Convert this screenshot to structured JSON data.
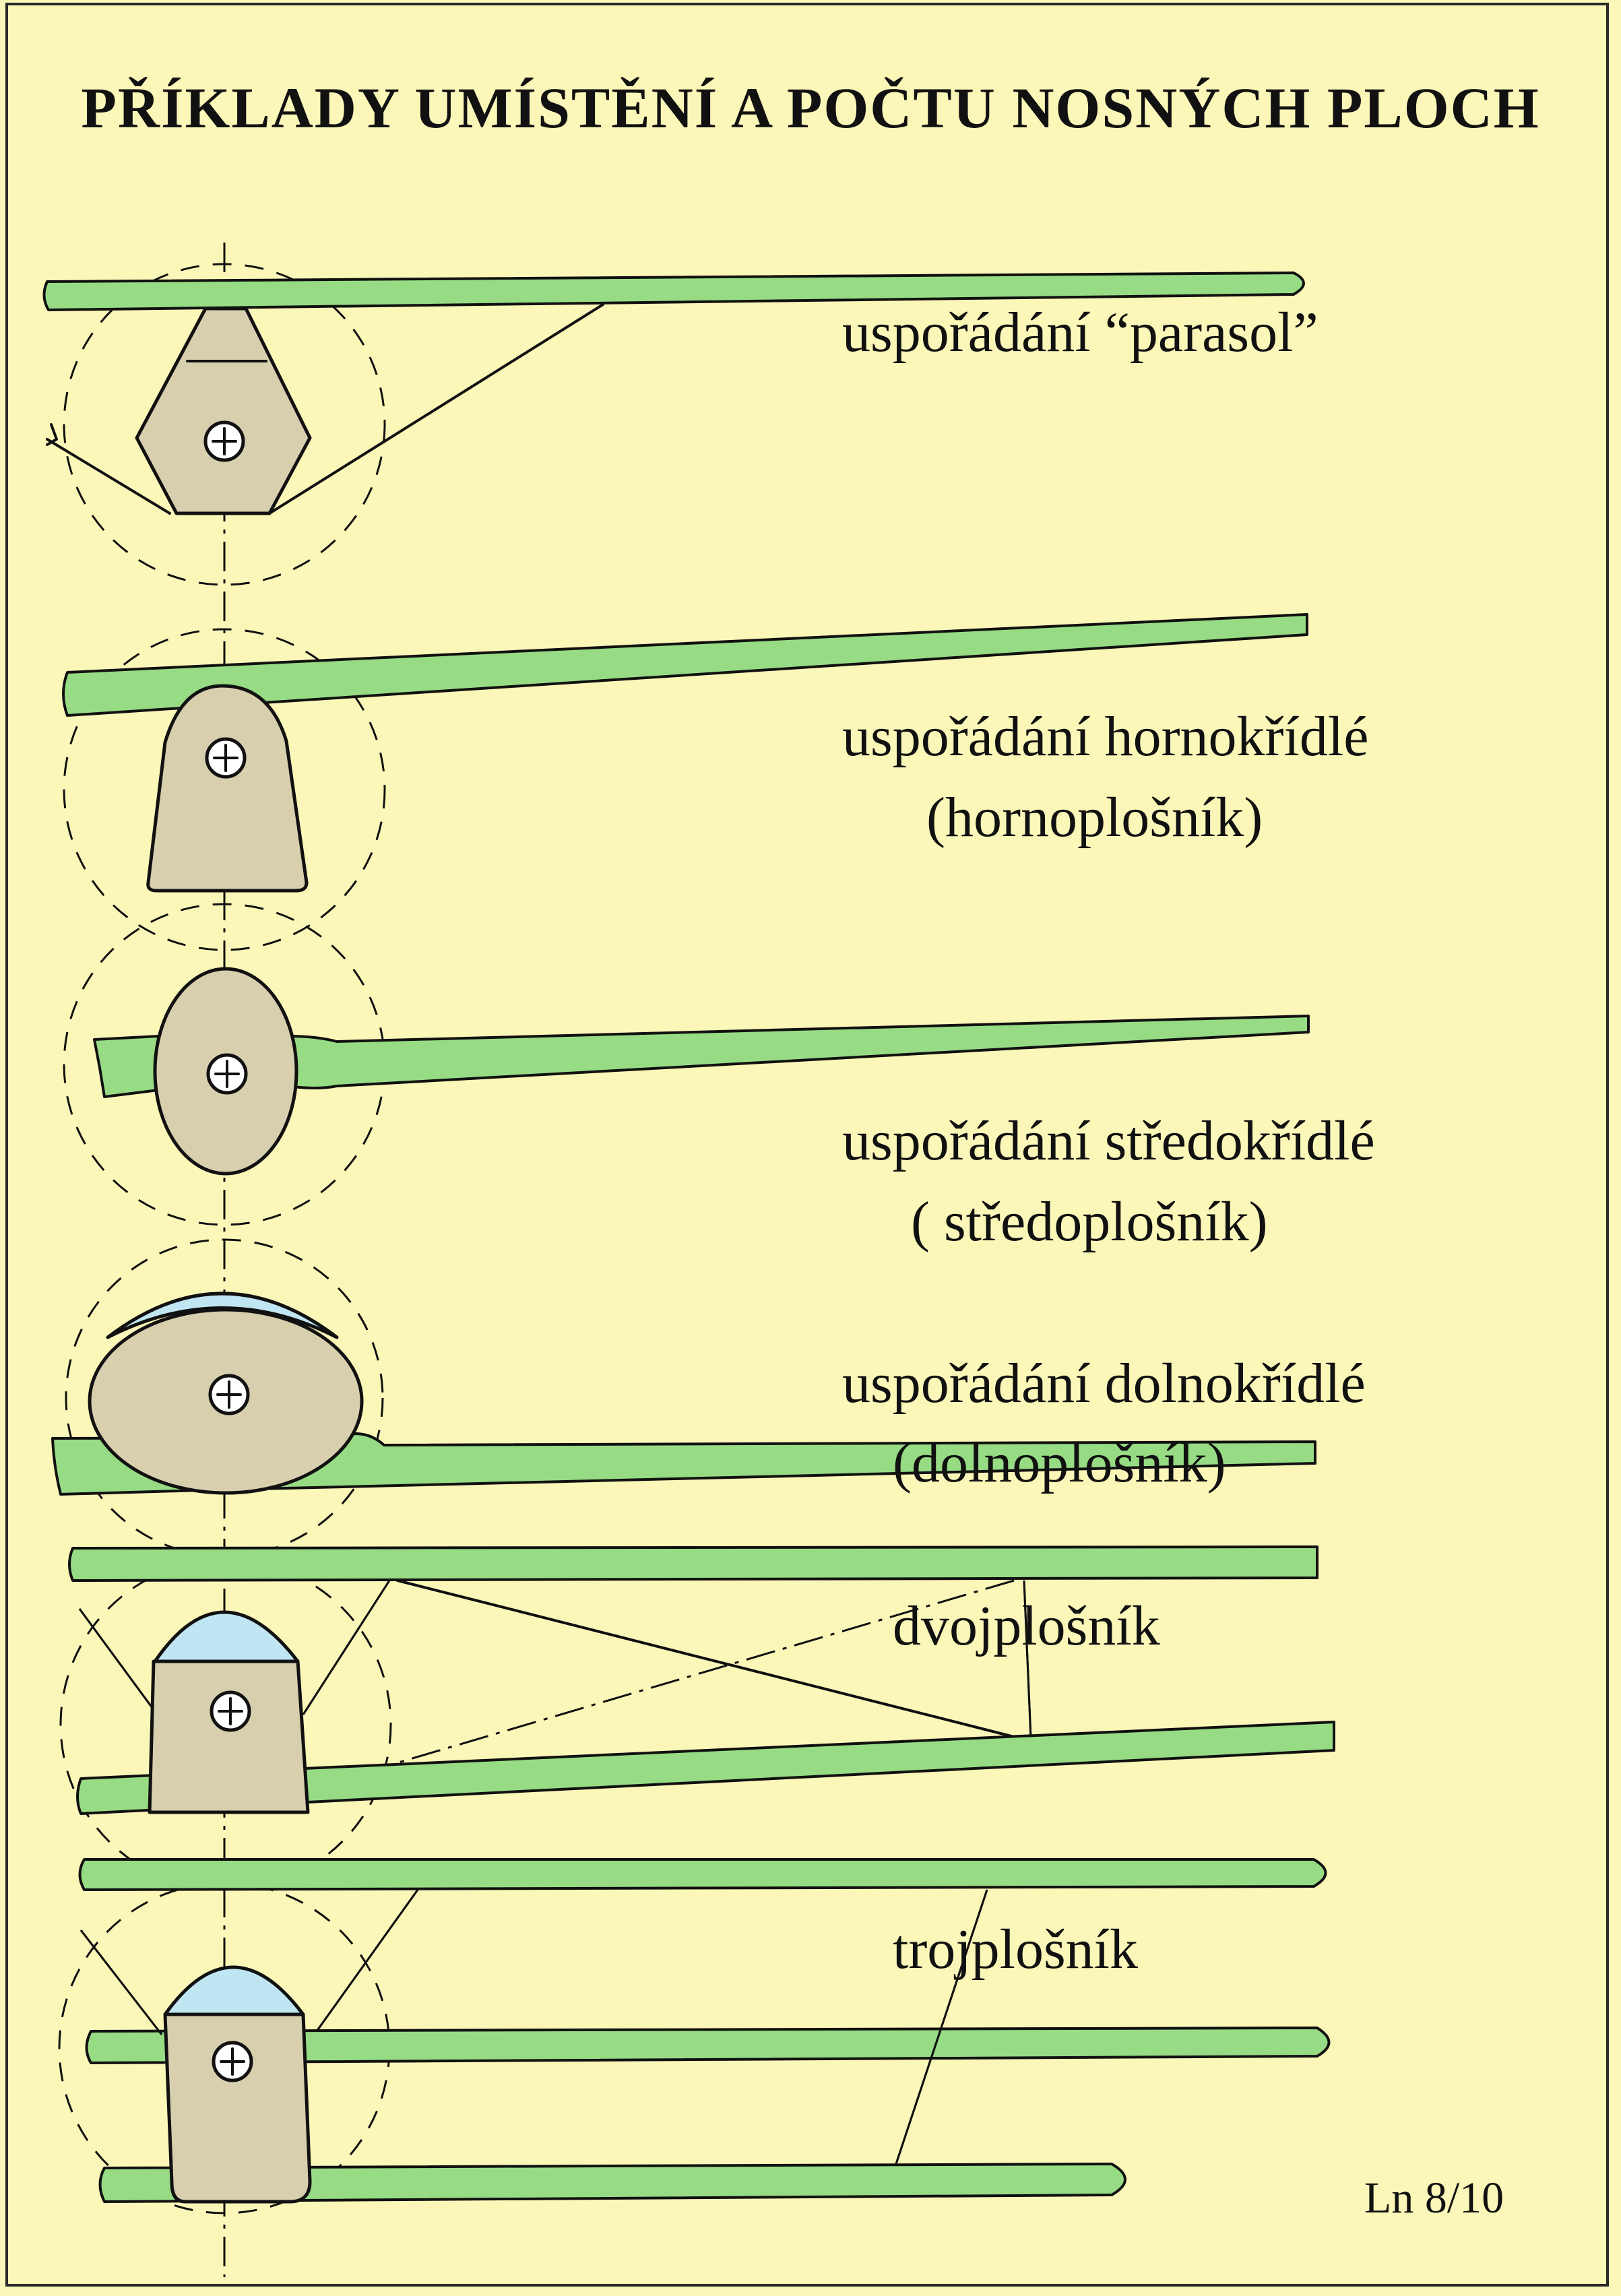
{
  "title": "PŘÍKLADY UMÍSTĚNÍ A POČTU NOSNÝCH PLOCH",
  "labels": {
    "parasol": "uspořádání “parasol”",
    "high_wing": "uspořádání hornokřídlé",
    "high_wing_alt": "(hornoplošník)",
    "mid_wing": "uspořádání středokřídlé",
    "mid_wing_alt": "( středoplošník)",
    "low_wing": "uspořádání dolnokřídlé",
    "low_wing_alt": "(dolnoplošník)",
    "biplane": "dvojplošník",
    "triplane": "trojplošník"
  },
  "sheet_code": "Ln 8/10",
  "colors": {
    "background": "#fbf7b9",
    "wing": "#97dc84",
    "fuselage": "#d8cfae",
    "canopy": "#bfe6f2",
    "outline": "#111111"
  }
}
